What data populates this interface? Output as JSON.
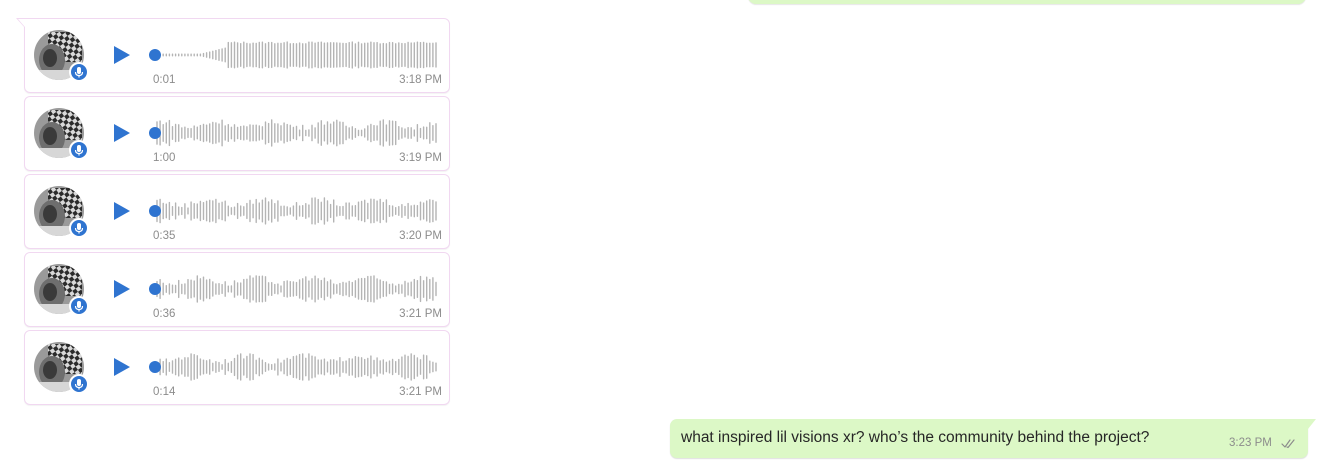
{
  "colors": {
    "accent_blue": "#2f74d0",
    "waveform": "#b4b4b4",
    "outgoing_bubble": "#dcf8c6",
    "incoming_border": "#f1d8f1",
    "meta_text": "#8c8c8c"
  },
  "voice_messages": [
    {
      "duration": "0:01",
      "time": "3:18 PM",
      "profile_icon": "avatar-photo",
      "badge_icon": "microphone-icon",
      "play_icon": "play-icon",
      "progress": 0
    },
    {
      "duration": "1:00",
      "time": "3:19 PM",
      "profile_icon": "avatar-photo",
      "badge_icon": "microphone-icon",
      "play_icon": "play-icon",
      "progress": 0
    },
    {
      "duration": "0:35",
      "time": "3:20 PM",
      "profile_icon": "avatar-photo",
      "badge_icon": "microphone-icon",
      "play_icon": "play-icon",
      "progress": 0
    },
    {
      "duration": "0:36",
      "time": "3:21 PM",
      "profile_icon": "avatar-photo",
      "badge_icon": "microphone-icon",
      "play_icon": "play-icon",
      "progress": 0
    },
    {
      "duration": "0:14",
      "time": "3:21 PM",
      "profile_icon": "avatar-photo",
      "badge_icon": "microphone-icon",
      "play_icon": "play-icon",
      "progress": 0
    }
  ],
  "outgoing_message": {
    "text": "what inspired lil visions xr? who’s the community behind the project?",
    "time": "3:23 PM",
    "status_icon": "double-check-icon"
  }
}
